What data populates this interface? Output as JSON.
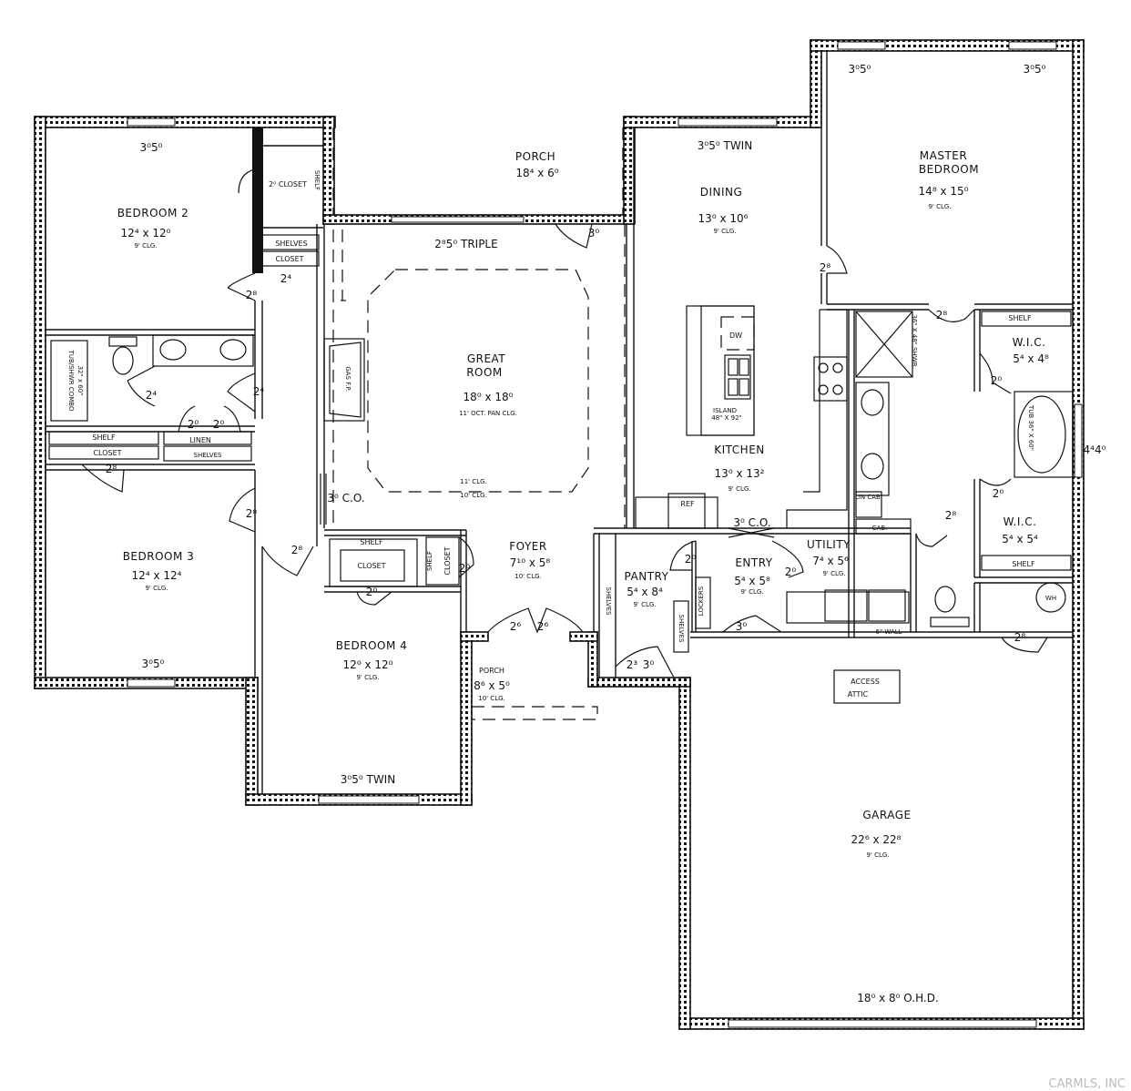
{
  "rooms": {
    "bed2": {
      "name": "BEDROOM 2",
      "dim": "12⁴ x 12⁰",
      "clg": "9' CLG."
    },
    "bed3": {
      "name": "BEDROOM 3",
      "dim": "12⁴ x 12⁴",
      "clg": "9' CLG."
    },
    "bed4": {
      "name": "BEDROOM 4",
      "dim": "12⁰ x 12⁰",
      "clg": "9' CLG."
    },
    "great": {
      "name1": "GREAT",
      "name2": "ROOM",
      "dim": "18⁰ x 18⁰",
      "clg": "11' OCT. PAN CLG."
    },
    "porch_rear": {
      "name": "PORCH",
      "dim": "18⁴ x 6⁰"
    },
    "porch_front": {
      "name": "PORCH",
      "dim": "8⁶ x 5⁰",
      "clg": "10' CLG."
    },
    "dining": {
      "name": "DINING",
      "dim": "13⁰ x 10⁶",
      "clg": "9' CLG."
    },
    "kitchen": {
      "name": "KITCHEN",
      "dim": "13⁰ x 13²",
      "clg": "9' CLG."
    },
    "master": {
      "name1": "MASTER",
      "name2": "BEDROOM",
      "dim": "14⁸ x 15⁰",
      "clg": "9' CLG."
    },
    "foyer": {
      "name": "FOYER",
      "dim": "7¹⁰ x 5⁸",
      "clg": "10' CLG."
    },
    "pantry": {
      "name": "PANTRY",
      "dim": "5⁴ x 8⁴",
      "clg": "9' CLG."
    },
    "entry": {
      "name": "ENTRY",
      "dim": "5⁴ x 5⁸",
      "clg": "9' CLG."
    },
    "utility": {
      "name": "UTILITY",
      "dim": "7⁴ x 5⁶",
      "clg": "9' CLG."
    },
    "wic1": {
      "name": "W.I.C.",
      "dim": "5⁴ x 4⁸"
    },
    "wic2": {
      "name": "W.I.C.",
      "dim": "5⁴ x 5⁴"
    },
    "garage": {
      "name": "GARAGE",
      "dim": "22⁶ x 22⁸",
      "clg": "9' CLG."
    }
  },
  "labels": {
    "closet": "CLOSET",
    "shelf": "SHELF",
    "shelves": "SHELVES",
    "linen": "LINEN",
    "gas_fp": "GAS F.P.",
    "island": "ISLAND",
    "island_dim": "48\" X 92\"",
    "dw": "DW",
    "ref": "REF",
    "lin_cab": "LIN CAB.",
    "cab": "CAB.",
    "lockers": "LOCKERS",
    "wall6": "6\" WALL",
    "access_attic1": "ACCESS",
    "access_attic2": "ATTIC",
    "wh": "WH",
    "tub_shwr": "TUB/SHWR COMBO",
    "tub_shwr_dim": "32\" x 60\"",
    "shower": "36\" X 48\" SHWR",
    "tub": "TUB 36\" X 60\"",
    "ohd": "18⁰ x 8⁰ O.H.D.",
    "clg11": "11' CLG.",
    "clg10": "10' CLG."
  },
  "windows": {
    "w35": "3⁰5⁰",
    "w35twin": "3⁰5⁰ TWIN",
    "w25triple": "2⁸5⁰ TRIPLE",
    "w44": "4⁴4⁰"
  },
  "doors": {
    "d20": "2⁰",
    "d24": "2⁴",
    "d28": "2⁸",
    "d26": "2⁶",
    "d30": "3⁰",
    "d30co": "3⁰ C.O.",
    "d23": "2³",
    "d20closet": "2⁰ CLOSET"
  },
  "watermark": "CARMLS, INC"
}
